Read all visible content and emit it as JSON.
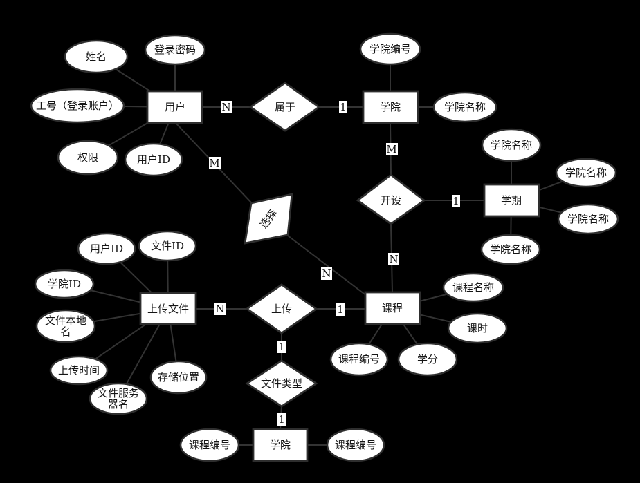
{
  "colors": {
    "background": "#000000",
    "shape_fill": "#ffffff",
    "stroke": "#333333",
    "text": "#151515"
  },
  "entities": {
    "user": "用户",
    "college": "学院",
    "semester": "学期",
    "upload_file": "上传文件",
    "course": "课程",
    "college_bottom": "学院"
  },
  "relationships": {
    "belongs_to": "属于",
    "offers": "开设",
    "select": "选择",
    "upload": "上传",
    "file_type": "文件类型"
  },
  "attributes": {
    "name": "姓名",
    "login_password": "登录密码",
    "employee_account": "工号（登录账户）",
    "permission": "权限",
    "user_id": "用户ID",
    "college_no": "学院编号",
    "college_name": "学院名称",
    "semester_name_top": "学院名称",
    "semester_name_right_top": "学院名称",
    "semester_name_right_bottom": "学院名称",
    "semester_name_bottom": "学院名称",
    "file_user_id": "用户ID",
    "file_id": "文件ID",
    "college_id": "学院ID",
    "file_local_name_l1": "文件本地",
    "file_local_name_l2": "名",
    "upload_time": "上传时间",
    "file_server_name_l1": "文件服务",
    "file_server_name_l2": "器名",
    "storage_location": "存储位置",
    "course_name": "课程名称",
    "class_hours": "课时",
    "course_no": "课程编号",
    "credits": "学分",
    "bottom_course_no_left": "课程编号",
    "bottom_course_no_right": "课程编号"
  },
  "cardinalities": {
    "user_belongs": "N",
    "belongs_college": "1",
    "college_offers": "M",
    "user_select": "M",
    "offers_semester": "1",
    "offers_course": "N",
    "select_course": "N",
    "uploadfile_upload": "N",
    "upload_course": "1",
    "upload_filetype": "1",
    "filetype_college": "1"
  }
}
